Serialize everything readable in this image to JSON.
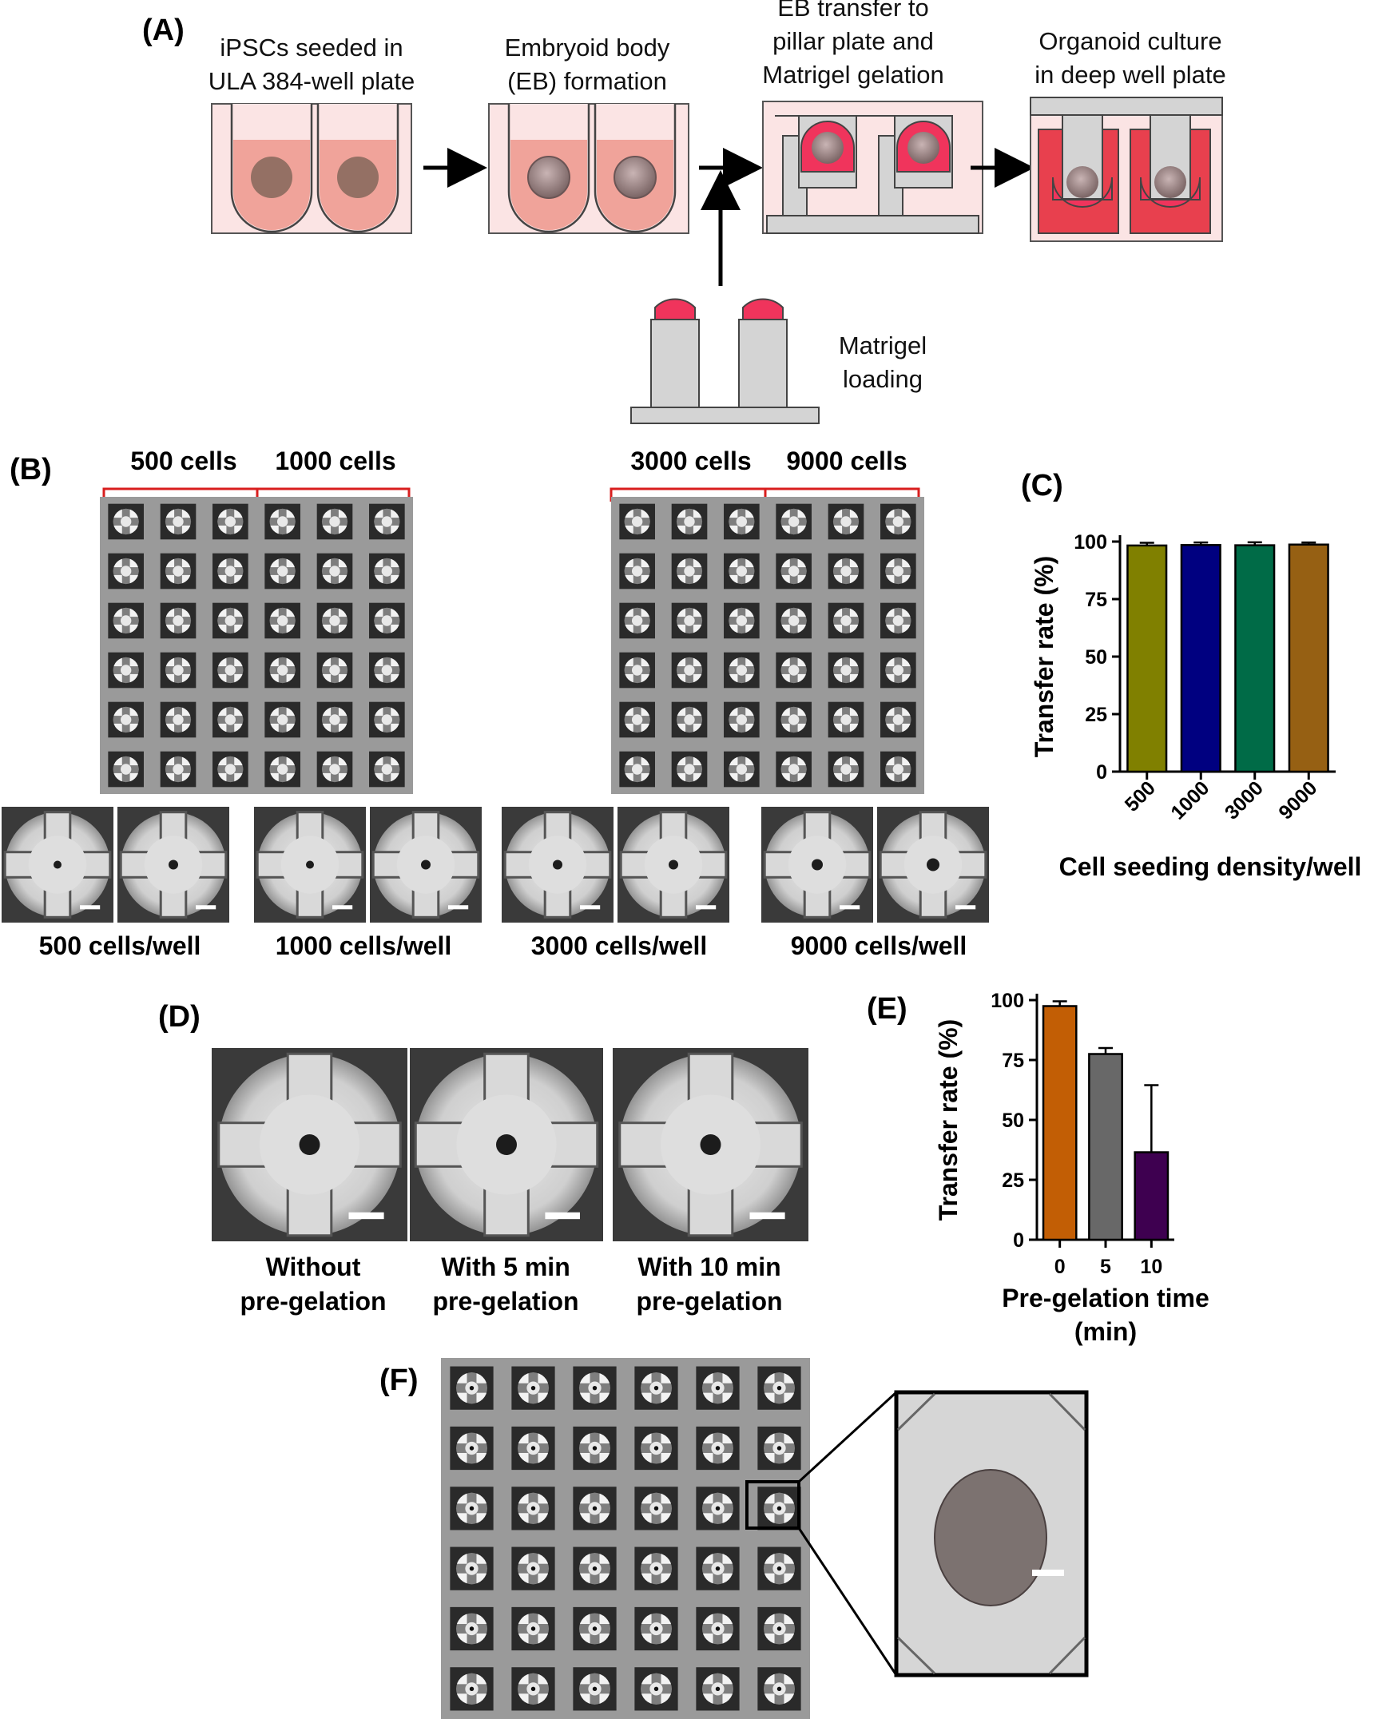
{
  "panel_labels": {
    "a": "(A)",
    "b": "(B)",
    "c": "(C)",
    "d": "(D)",
    "e": "(E)",
    "f": "(F)"
  },
  "panel_a": {
    "steps": [
      {
        "line1": "iPSCs seeded in",
        "line2": "ULA 384-well plate"
      },
      {
        "line1": "Embryoid body",
        "line2": "(EB) formation"
      },
      {
        "line0": "EB transfer to",
        "line1": "pillar plate and",
        "line2": "Matrigel gelation"
      },
      {
        "line1": "Organoid culture",
        "line2": "in deep well plate"
      }
    ],
    "loading": {
      "line1": "Matrigel",
      "line2": "loading"
    }
  },
  "panel_b": {
    "groups": [
      "500 cells",
      "1000 cells",
      "3000 cells",
      "9000 cells"
    ],
    "well_captions": [
      "500 cells/well",
      "1000 cells/well",
      "3000 cells/well",
      "9000 cells/well"
    ]
  },
  "panel_d": {
    "captions": [
      {
        "line1": "Without",
        "line2": "pre-gelation"
      },
      {
        "line1": "With 5 min",
        "line2": "pre-gelation"
      },
      {
        "line1": "With 10 min",
        "line2": "pre-gelation"
      }
    ]
  },
  "colors": {
    "well_fill": "#fbe4e4",
    "medium": "#f0a39a",
    "matrigel": "#f0345c",
    "pillar": "#d4d4d4",
    "deep_medium": "#e8404e"
  },
  "chart_data": [
    {
      "type": "bar",
      "panel": "C",
      "categories": [
        "500",
        "1000",
        "3000",
        "9000"
      ],
      "values": [
        98.3,
        98.5,
        98.4,
        98.7
      ],
      "errors": [
        1.2,
        1.1,
        1.3,
        0.9
      ],
      "colors": [
        "#808000",
        "#000080",
        "#006b47",
        "#966013"
      ],
      "ylabel": "Transfer rate (%)",
      "xlabel": "Cell seeding density/well",
      "ylim": [
        0,
        100
      ],
      "yticks": [
        "0",
        "25",
        "50",
        "75",
        "100"
      ],
      "grid": false
    },
    {
      "type": "bar",
      "panel": "E",
      "categories": [
        "0",
        "5",
        "10"
      ],
      "values": [
        97.5,
        77.5,
        36.5
      ],
      "errors": [
        2.0,
        2.5,
        28.0
      ],
      "colors": [
        "#c25e05",
        "#686868",
        "#3e0050"
      ],
      "ylabel": "Transfer rate (%)",
      "xlabel": [
        "Pre-gelation time",
        "(min)"
      ],
      "ylim": [
        0,
        100
      ],
      "yticks": [
        "0",
        "25",
        "50",
        "75",
        "100"
      ],
      "grid": false
    }
  ]
}
